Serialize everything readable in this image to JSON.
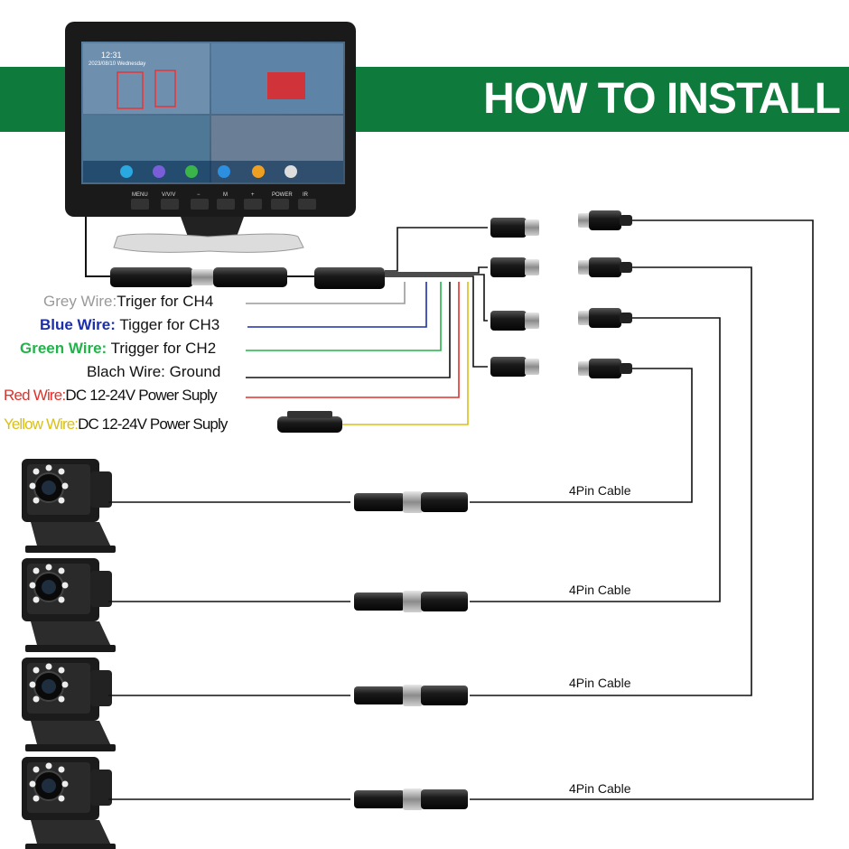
{
  "banner": {
    "title": "HOW TO INSTALL"
  },
  "monitor": {
    "time": "12:31",
    "date": "2023/08/10 Wednesday",
    "buttons": [
      "MENU",
      "V/V/V",
      "−",
      "M",
      "+",
      "POWER",
      "IR"
    ]
  },
  "wires": [
    {
      "name": "Grey Wire:",
      "desc": "Triger for CH4",
      "color": "#9a9a9a"
    },
    {
      "name": "Blue Wire:",
      "desc": " Tigger for CH3",
      "color": "#1c2fa8"
    },
    {
      "name": "Green Wire:",
      "desc": " Trigger for CH2",
      "color": "#22b34a"
    },
    {
      "name": "",
      "desc": "Blach Wire: Ground",
      "color": "#111111"
    },
    {
      "name": "Red Wire:",
      "desc": "DC 12-24V Power Suply",
      "color": "#e0302a"
    },
    {
      "name": "Yellow Wire:",
      "desc": "DC 12-24V Power Suply",
      "color": "#d8c01a"
    }
  ],
  "cables": [
    "4Pin Cable",
    "4Pin Cable",
    "4Pin Cable",
    "4Pin Cable"
  ],
  "colors": {
    "banner": "#0e7a3c",
    "wire": "#111111"
  }
}
